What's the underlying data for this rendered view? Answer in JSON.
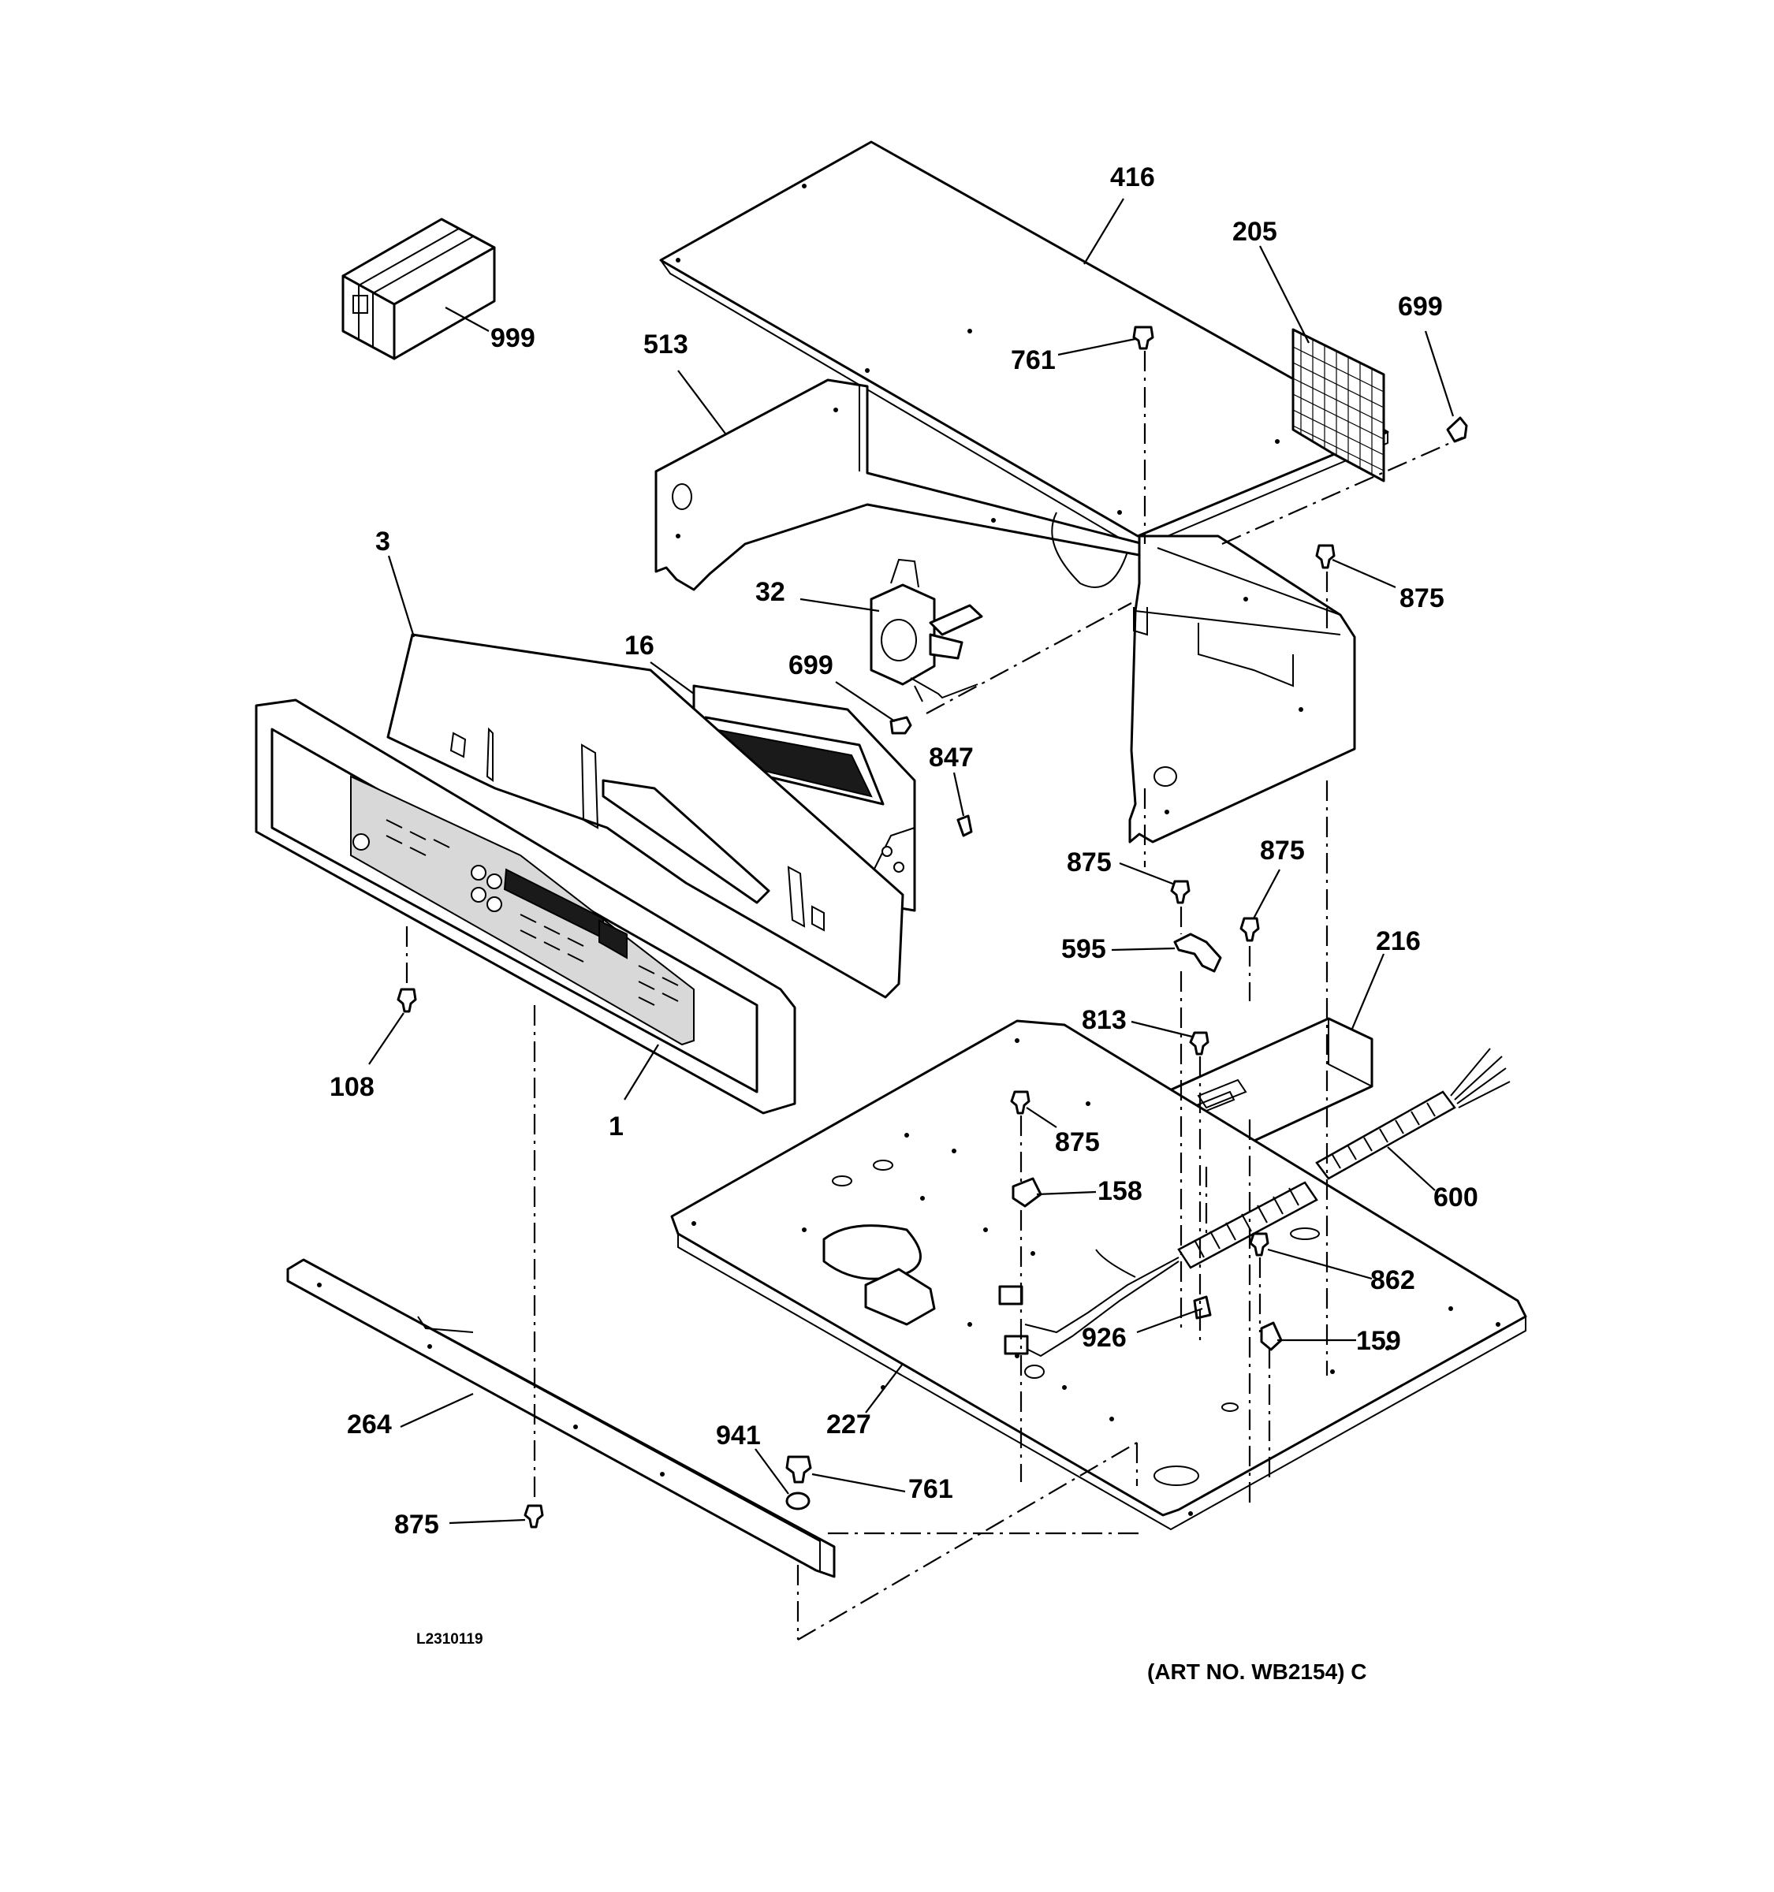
{
  "diagram": {
    "parts": [
      {
        "id": "999",
        "label": "999"
      },
      {
        "id": "416",
        "label": "416"
      },
      {
        "id": "205",
        "label": "205"
      },
      {
        "id": "699a",
        "label": "699"
      },
      {
        "id": "513",
        "label": "513"
      },
      {
        "id": "761a",
        "label": "761"
      },
      {
        "id": "3",
        "label": "3"
      },
      {
        "id": "32",
        "label": "32"
      },
      {
        "id": "875a",
        "label": "875"
      },
      {
        "id": "16",
        "label": "16"
      },
      {
        "id": "699b",
        "label": "699"
      },
      {
        "id": "847",
        "label": "847"
      },
      {
        "id": "875b",
        "label": "875"
      },
      {
        "id": "875c",
        "label": "875"
      },
      {
        "id": "595",
        "label": "595"
      },
      {
        "id": "216",
        "label": "216"
      },
      {
        "id": "813",
        "label": "813"
      },
      {
        "id": "108",
        "label": "108"
      },
      {
        "id": "1",
        "label": "1"
      },
      {
        "id": "875d",
        "label": "875"
      },
      {
        "id": "158",
        "label": "158"
      },
      {
        "id": "600",
        "label": "600"
      },
      {
        "id": "862",
        "label": "862"
      },
      {
        "id": "926",
        "label": "926"
      },
      {
        "id": "159",
        "label": "159"
      },
      {
        "id": "264",
        "label": "264"
      },
      {
        "id": "227",
        "label": "227"
      },
      {
        "id": "941",
        "label": "941"
      },
      {
        "id": "761b",
        "label": "761"
      },
      {
        "id": "875e",
        "label": "875"
      }
    ],
    "drawing_number": "L2310119",
    "art_number": "(ART NO. WB2154) C"
  }
}
